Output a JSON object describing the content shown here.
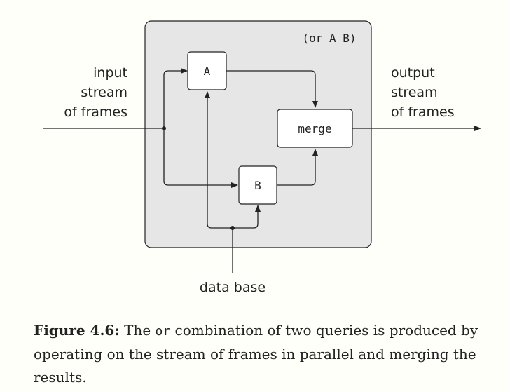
{
  "diagram": {
    "container_label": "(or A B)",
    "boxes": {
      "a": "A",
      "b": "B",
      "merge": "merge"
    },
    "input_label": [
      "input",
      "stream",
      "of frames"
    ],
    "output_label": [
      "output",
      "stream",
      "of frames"
    ],
    "database_label": "data base"
  },
  "caption": {
    "lead": "Figure 4.6:",
    "text_1": " The ",
    "code": "or",
    "text_2": " combination of two queries is produced by operating on the stream of frames in parallel and merging the results."
  },
  "colors": {
    "container_fill": "#e6e6e6",
    "stroke": "#222222",
    "background": "#fffffa"
  }
}
